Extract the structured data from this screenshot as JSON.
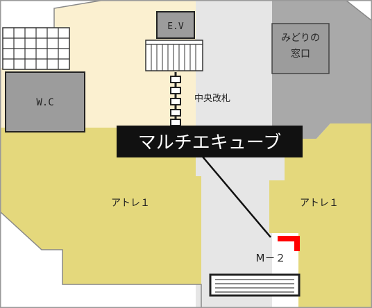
{
  "labels": {
    "ev": "E.V",
    "wc": "W.C",
    "midori": [
      "みどりの",
      "窓口"
    ],
    "gate": "中央改札",
    "banner": "マルチエキューブ",
    "atre_left": "アトレ１",
    "atre_right": "アトレ１",
    "m2": "M－２"
  },
  "colors": {
    "concourse": "#e6e6e6",
    "cream": "#fbf0d0",
    "mustard": "#e4d87c",
    "gray": "#a9a9a9",
    "outline": "#888888",
    "banner_bg": "#111111",
    "banner_text": "#ffffff",
    "marker": "#ff0000"
  },
  "icons": [
    "elevator-icon",
    "toilet-icon",
    "ticket-gate-icon",
    "stairs-icon",
    "location-marker-icon"
  ]
}
